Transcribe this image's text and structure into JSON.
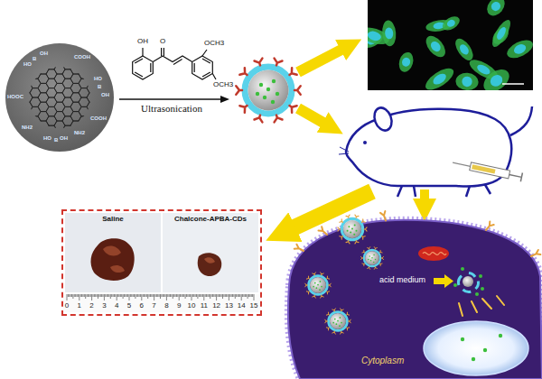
{
  "diagram": {
    "nodes": [
      {
        "text": [
          "Saline",
          "Chalcone-APBA-CDs"
        ]
      },
      {
        "text": [
          "acid medium",
          "Cytoplasm"
        ]
      }
    ],
    "labels": [
      "Ultrasonication",
      "OH",
      "O",
      "OCH3",
      "OCH3",
      "HO",
      "B",
      "OH",
      "COOH",
      "HO",
      "B",
      "OH",
      "COOH",
      "HOOC",
      "NH2",
      "HO",
      "B",
      "OH",
      "NH2",
      "0",
      "1",
      "2",
      "3",
      "4",
      "5",
      "6",
      "7",
      "8",
      "9",
      "10",
      "11",
      "12",
      "13",
      "14",
      "15"
    ]
  }
}
